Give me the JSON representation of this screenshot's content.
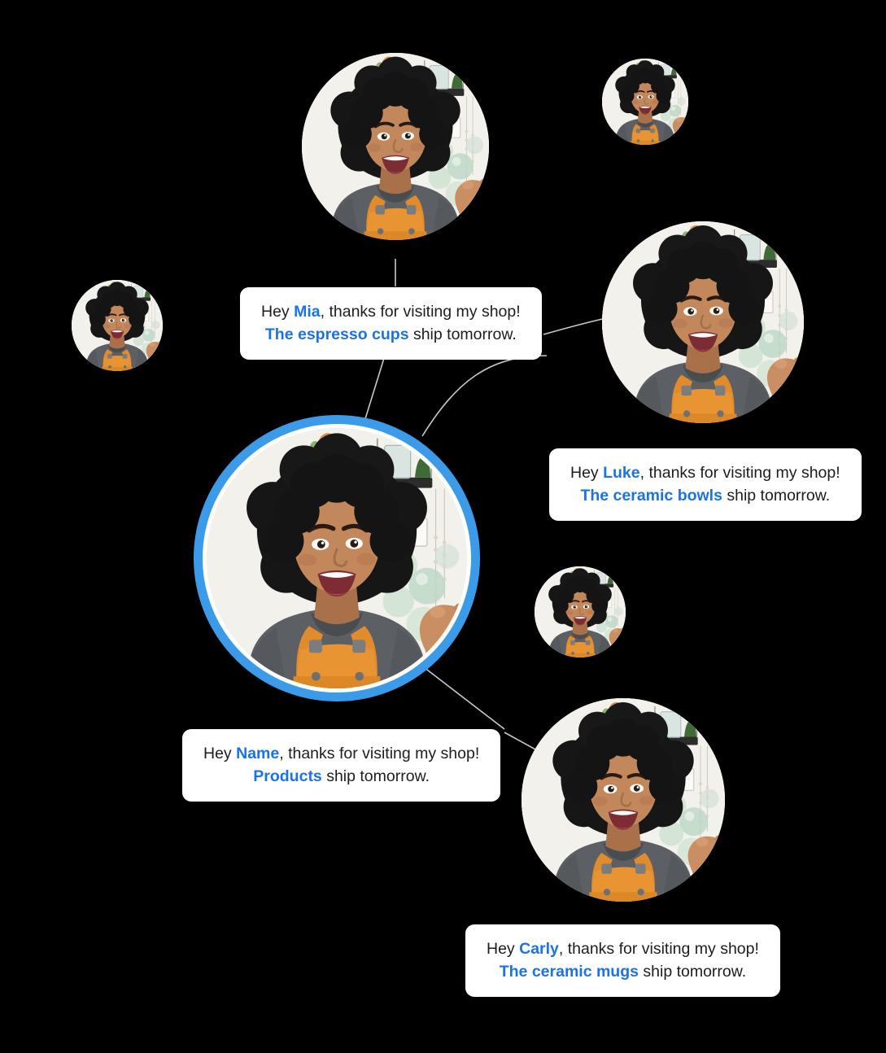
{
  "page": {
    "background": "#000000",
    "accent_blue": "#1a73e8",
    "ring_blue": "#3b9be8",
    "bubble_background": "#ffffff",
    "connector_color": "#c9c9c9"
  },
  "messages": [
    {
      "id": "mia",
      "greeting": "Hey ",
      "name": "Mia",
      "line1_tail": ", thanks for visiting my shop!",
      "product": "The espresso cups",
      "line2_tail": " ship tomorrow."
    },
    {
      "id": "luke",
      "greeting": "Hey ",
      "name": "Luke",
      "line1_tail": ", thanks for visiting my shop!",
      "product": "The ceramic bowls",
      "line2_tail": " ship tomorrow."
    },
    {
      "id": "name",
      "greeting": "Hey ",
      "name": "Name",
      "line1_tail": ", thanks for visiting my shop!",
      "product": "Products",
      "line2_tail": " ship tomorrow."
    },
    {
      "id": "carly",
      "greeting": "Hey ",
      "name": "Carly",
      "line1_tail": ", thanks for visiting my shop!",
      "product": "The ceramic mugs",
      "line2_tail": " ship tomorrow."
    }
  ],
  "avatars": [
    {
      "id": "top-right-small",
      "label": "shop owner portrait",
      "size": "small",
      "selected": false
    },
    {
      "id": "top-center-large",
      "label": "shop owner portrait",
      "size": "large",
      "selected": false
    },
    {
      "id": "left-small",
      "label": "shop owner portrait",
      "size": "small",
      "selected": false
    },
    {
      "id": "right-large",
      "label": "shop owner portrait",
      "size": "large",
      "selected": false
    },
    {
      "id": "center-selected",
      "label": "shop owner portrait",
      "size": "xlarge",
      "selected": true
    },
    {
      "id": "mid-right-small",
      "label": "shop owner portrait",
      "size": "small",
      "selected": false
    },
    {
      "id": "bottom-large",
      "label": "shop owner portrait",
      "size": "large",
      "selected": false
    }
  ]
}
